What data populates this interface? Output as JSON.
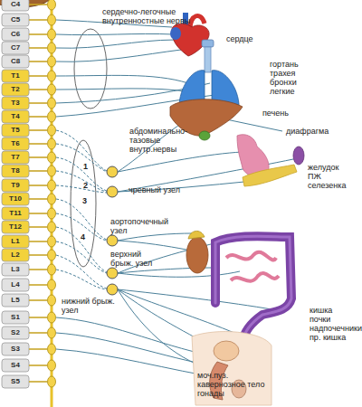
{
  "diagram": {
    "labels": [
      "C4",
      "C5",
      "C6",
      "C7",
      "C8",
      "T1",
      "T2",
      "T3",
      "T4",
      "T5",
      "T6",
      "T7",
      "T8",
      "T9",
      "T10",
      "T11",
      "T12",
      "L1",
      "L2",
      "L3",
      "L4",
      "L5",
      "S1",
      "S2",
      "S3",
      "S4",
      "S5",
      "сердечно-легочные внутренностные нервы",
      "сердце",
      "гортань трахея бронхи легкие",
      "печень",
      "диафрагма",
      "абдоминально-тазовые внутр.нервы",
      "1",
      "2",
      "3",
      "4",
      "чревный узел",
      "желудок ПЖ селезенка",
      "аортопочечный узел",
      "верхний брыж. узел",
      "нижний брыж. узел",
      "кишка почки надпочечники пр. кишка",
      "моч.пуз. кавернозное тело гонады"
    ]
  }
}
